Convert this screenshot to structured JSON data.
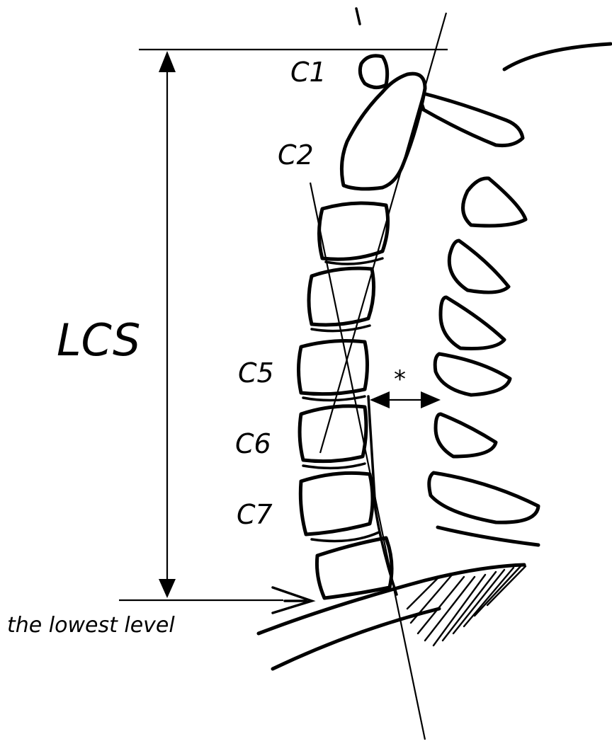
{
  "labels": {
    "c1": "C1",
    "c2": "C2",
    "c5": "C5",
    "c6": "C6",
    "c7": "C7",
    "lcs": "LCS",
    "lowest_level": "the lowest level",
    "asterisk": "*"
  },
  "colors": {
    "ink": "#000000",
    "background": "#ffffff"
  }
}
